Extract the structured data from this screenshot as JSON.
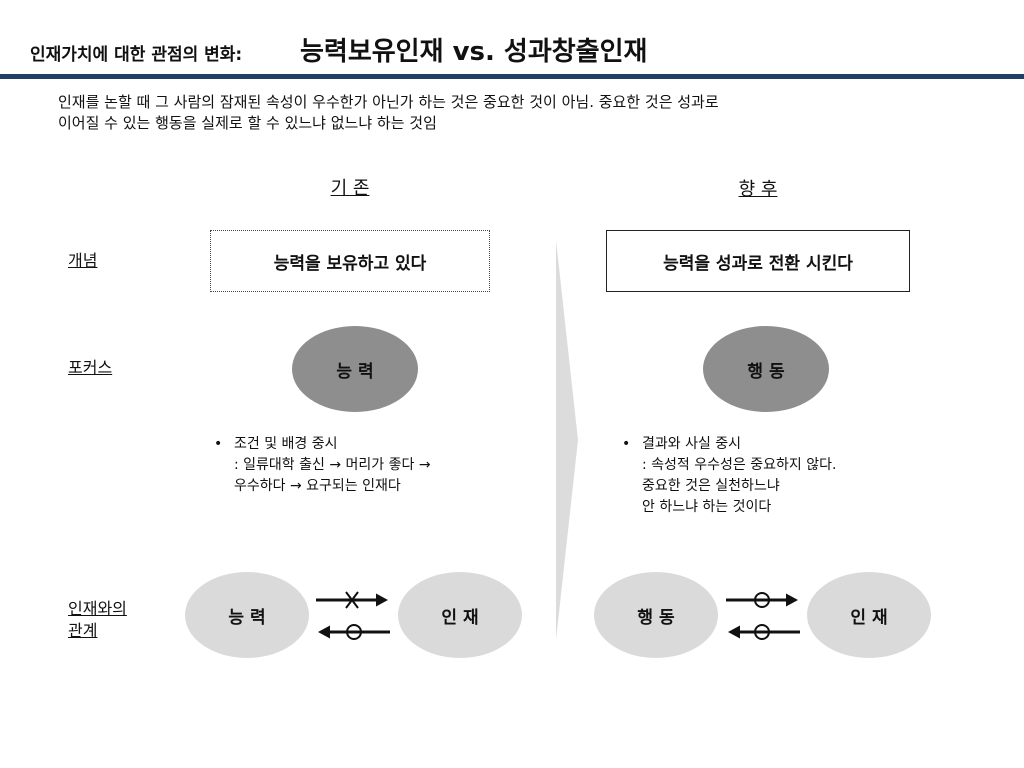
{
  "header": {
    "title_small": "인재가치에 대한 관점의 변화:",
    "title_big": "능력보유인재 vs. 성과창출인재",
    "rule_color": "#1f3f68"
  },
  "intro": {
    "line1": "인재를 논할 때 그 사람의 잠재된 속성이 우수한가 아닌가 하는 것은 중요한 것이 아님. 중요한 것은 성과로",
    "line2": "이어질 수 있는 행동을 실제로 할 수 있느냐 없느냐 하는 것임"
  },
  "columns": {
    "before": "기 존",
    "after": "향 후"
  },
  "rows": {
    "concept": "개념",
    "focus": "포커스",
    "relation_line1": "인재와의",
    "relation_line2": "관계"
  },
  "before": {
    "concept": "능력을 보유하고 있다",
    "focus": "능 력",
    "bullet_line1": "조건 및 배경 중시",
    "bullet_line2": ": 일류대학 출신 → 머리가 좋다 →",
    "bullet_line3": "우수하다 → 요구되는 인재다",
    "relation_left": "능 력",
    "relation_right": "인 재"
  },
  "after": {
    "concept": "능력을 성과로 전환 시킨다",
    "focus": "행 동",
    "bullet_line1": "결과와 사실 중시",
    "bullet_line2": ": 속성적 우수성은 중요하지 않다.",
    "bullet_line3": "중요한 것은 실천하느냐",
    "bullet_line4": "안 하느냐 하는 것이다",
    "relation_left": "행 동",
    "relation_right": "인 재"
  },
  "colors": {
    "ellipse_dark": "#8e8e8e",
    "ellipse_light": "#dadada",
    "chevron": "#dcdcdc"
  }
}
